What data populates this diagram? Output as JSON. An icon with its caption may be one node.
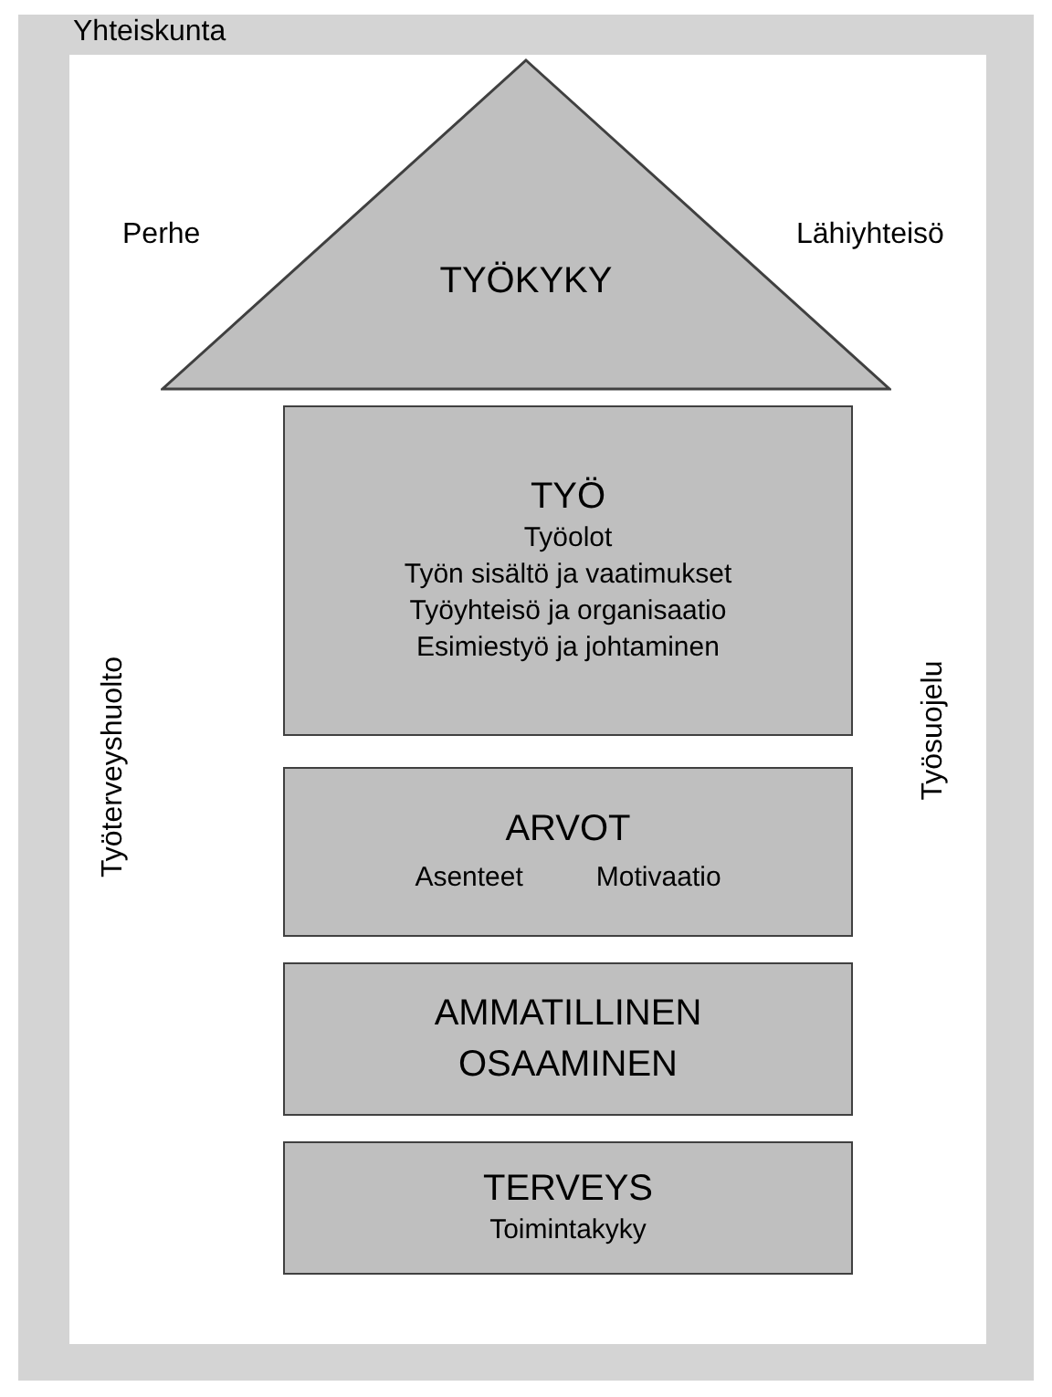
{
  "diagram": {
    "nodes": [
      {
        "text": [
          "Yhteiskunta"
        ]
      },
      {
        "text": [
          "TYÖKYKY"
        ],
        "in": 0
      },
      {
        "text": [
          "TYÖ",
          "Työolot",
          "Työn sisältö ja vaatimukset",
          "Työyhteisö ja organisaatio",
          "Esimiestyö ja johtaminen"
        ],
        "in": 0
      },
      {
        "text": [
          "ARVOT",
          "Asenteet",
          "Motivaatio"
        ],
        "in": 0
      },
      {
        "text": [
          "AMMATILLINEN OSAAMINEN"
        ],
        "in": 0
      },
      {
        "text": [
          "TERVEYS",
          "Toimintakyky"
        ],
        "in": 0
      }
    ],
    "edges": [],
    "labels": [
      "Perhe",
      "Lähiyhteisö",
      "Työterveyshuolto",
      "Työsuojelu"
    ]
  }
}
